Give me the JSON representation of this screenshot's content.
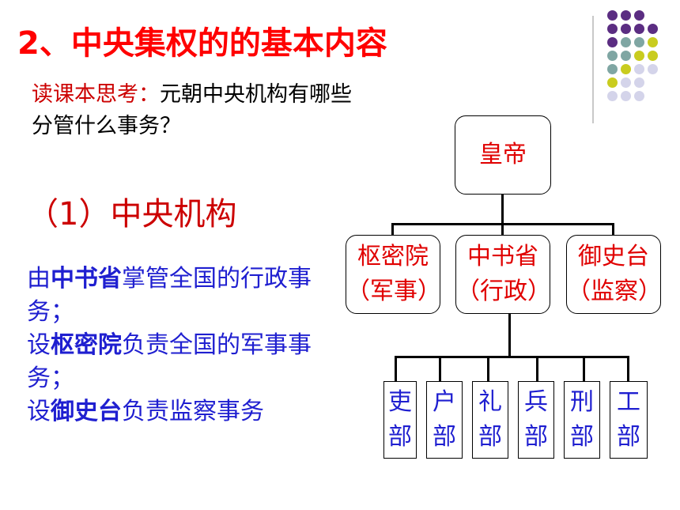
{
  "title": "2、中央集权的的基本内容",
  "think": {
    "label": "读课本思考：",
    "line1_rest": "元朝中央机构有哪些",
    "line2": "分管什么事务？"
  },
  "subtitle": "（1）中央机构",
  "desc": {
    "p1_pre": "由",
    "p1_bold": "中书省",
    "p1_post": "掌管全国的行政事务；",
    "p2_pre": "设",
    "p2_bold": "枢密院",
    "p2_post": "负责全国的军事事务；",
    "p3_pre": "设",
    "p3_bold": "御史台",
    "p3_post": "负责监察事务"
  },
  "diagram": {
    "root": "皇帝",
    "branches": [
      {
        "name": "枢密院",
        "role": "（军事）"
      },
      {
        "name": "中书省",
        "role": "（行政）"
      },
      {
        "name": "御史台",
        "role": "（监察）"
      }
    ],
    "departments": [
      {
        "c1": "吏",
        "c2": "部"
      },
      {
        "c1": "户",
        "c2": "部"
      },
      {
        "c1": "礼",
        "c2": "部"
      },
      {
        "c1": "兵",
        "c2": "部"
      },
      {
        "c1": "刑",
        "c2": "部"
      },
      {
        "c1": "工",
        "c2": "部"
      }
    ]
  },
  "colors": {
    "title": "#ff0000",
    "accent_red": "#cc0000",
    "body_blue": "#1f1fd0",
    "dot_purple": "#5b2d82",
    "dot_teal": "#7fa6a3",
    "dot_yellow": "#c9cc1f",
    "dot_lilac": "#d4d4ea"
  }
}
